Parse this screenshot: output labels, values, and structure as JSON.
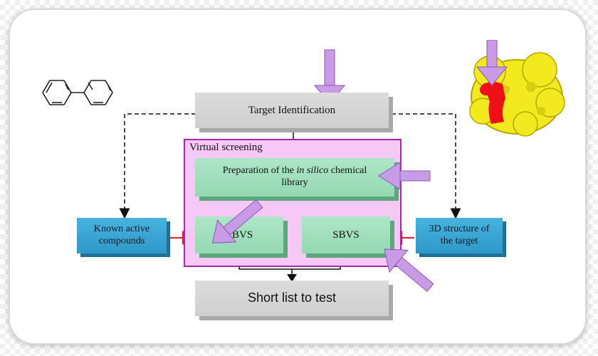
{
  "labels": {
    "target_identification": "Target Identification",
    "virtual_screening": "Virtual screening",
    "prep_part1": "Preparation of the ",
    "prep_italic": "in silico",
    "prep_part2": " chemical",
    "prep_line2": "library",
    "lbvs": "LBVS",
    "sbvs": "SBVS",
    "known_active_line1": "Known active",
    "known_active_line2": "compounds",
    "structure_line1": "3D structure of",
    "structure_line2": "the target",
    "short_list": "Short list to test"
  },
  "colors": {
    "gray_box": "#d4d4d4",
    "green_box": "#a2dfbd",
    "blue_box": "#3aa6d4",
    "vs_panel": "#f5c8f5",
    "vs_border": "#a52aa5",
    "purple_arrow": "#c99be6",
    "red_arrow": "#e8192c",
    "protein_yellow": "#f2ea1c",
    "protein_red": "#ef0f16"
  },
  "icons": {
    "molecule": "biphenyl-molecule-icon",
    "protein": "protein-structure-icon"
  }
}
